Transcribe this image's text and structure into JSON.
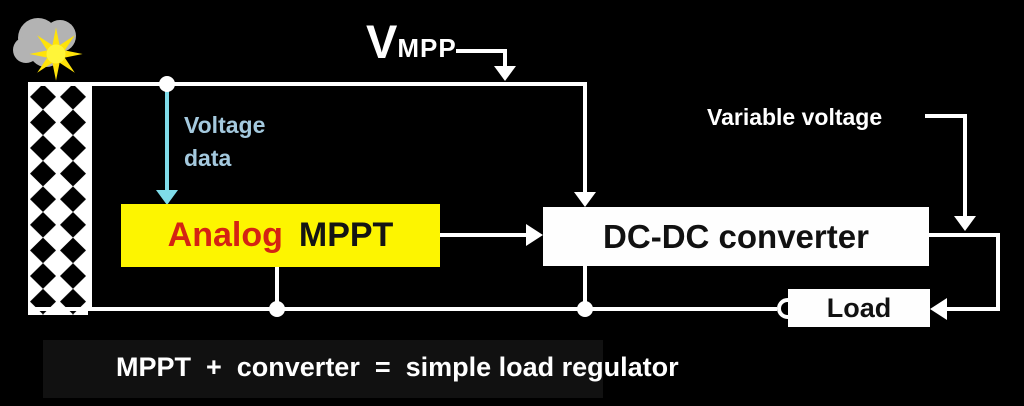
{
  "diagram": {
    "vmpp": {
      "symbol": "V",
      "subscript": "MPP"
    },
    "voltage_data": {
      "line1": "Voltage",
      "line2": "data"
    },
    "variable_voltage": "Variable voltage",
    "blocks": {
      "mppt": {
        "part1": "Analog",
        "part2": "MPPT"
      },
      "converter": "DC-DC converter",
      "load": "Load"
    },
    "caption": "MPPT  +  converter  =  simple load regulator",
    "colors": {
      "background": "#000000",
      "wire": "#ffffff",
      "mppt_box_bg": "#fdf500",
      "mppt_analog_text": "#d42313",
      "mppt_text": "#141414",
      "box_bg": "#fefefe",
      "box_text": "#111111",
      "voltage_data_text": "#a4c9de",
      "data_arrow": "#7fdce9",
      "sun": "#ffe30a",
      "cloud": "#b3b3b3",
      "caption_text": "#ffffff"
    }
  }
}
